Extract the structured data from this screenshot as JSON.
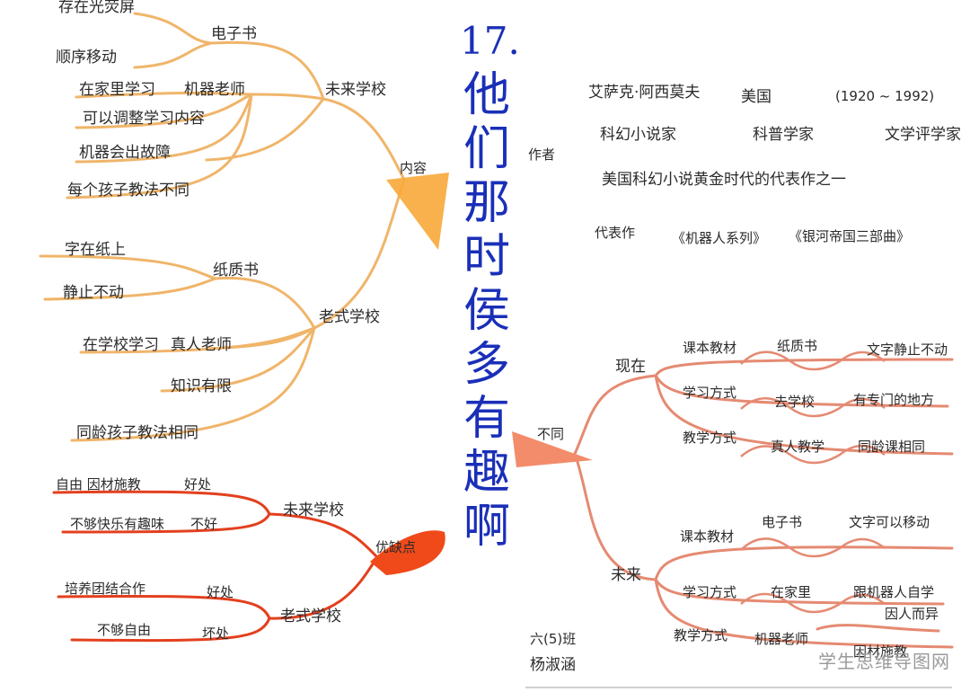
{
  "title": {
    "number": "17.",
    "chars": [
      "他",
      "们",
      "那",
      "时",
      "侯",
      "多",
      "有",
      "趣",
      "啊"
    ]
  },
  "hubs": {
    "content": "内容",
    "pros_cons": "优缺点",
    "difference": "不同",
    "author": "作者"
  },
  "content": {
    "future_school": {
      "label": "未来学校",
      "ebook": "电子书",
      "ebook_items": [
        "存在光荧屏",
        "顺序移动"
      ],
      "robot_teacher": "机器老师",
      "robot_teacher_items": [
        "在家里学习",
        "可以调整学习内容",
        "机器会出故障",
        "每个孩子教法不同"
      ]
    },
    "old_school": {
      "label": "老式学校",
      "paper_book": "纸质书",
      "paper_items": [
        "字在纸上",
        "静止不动"
      ],
      "real_teacher": "真人老师",
      "real_teacher_items": [
        "在学校学习",
        "知识有限",
        "同龄孩子教法相同"
      ]
    }
  },
  "pros_cons": {
    "future": {
      "label": "未来学校",
      "good": "好处",
      "good_text": "自由 因材施教",
      "bad": "不好",
      "bad_text": "不够快乐有趣味"
    },
    "old": {
      "label": "老式学校",
      "good": "好处",
      "good_text": "培养团结合作",
      "bad": "坏处",
      "bad_text": "不够自由"
    }
  },
  "author": {
    "name": "艾萨克·阿西莫夫",
    "country": "美国",
    "years": "(1920 ~ 1992)",
    "roles": [
      "科幻小说家",
      "科普学家",
      "文学评学家"
    ],
    "description": "美国科幻小说黄金时代的代表作之一",
    "works_label": "代表作",
    "works": [
      "《机器人系列》",
      "《银河帝国三部曲》"
    ]
  },
  "difference": {
    "now": {
      "label": "现在",
      "rows": [
        [
          "课本教材",
          "纸质书",
          "文字静止不动"
        ],
        [
          "学习方式",
          "去学校",
          "有专门的地方"
        ],
        [
          "教学方式",
          "真人教学",
          "同龄课相同"
        ]
      ]
    },
    "future": {
      "label": "未来",
      "rows": [
        [
          "课本教材",
          "电子书",
          "文字可以移动"
        ],
        [
          "学习方式",
          "在家里",
          "跟机器人自学"
        ],
        [
          "教学方式",
          "机器老师",
          "因人而异"
        ]
      ],
      "extra": "因材施教"
    }
  },
  "signature": {
    "class": "六(5)班",
    "name": "杨淑涵"
  },
  "watermark": "学生思维导图网",
  "colors": {
    "orange_branch": "#f0b56a",
    "orange_hub": "#f7a83a",
    "red_branch": "#e3401e",
    "red_hub": "#f04a1a",
    "salmon_branch": "#e58a72",
    "salmon_hub": "#f28c6a",
    "title": "#1a2fb8"
  }
}
